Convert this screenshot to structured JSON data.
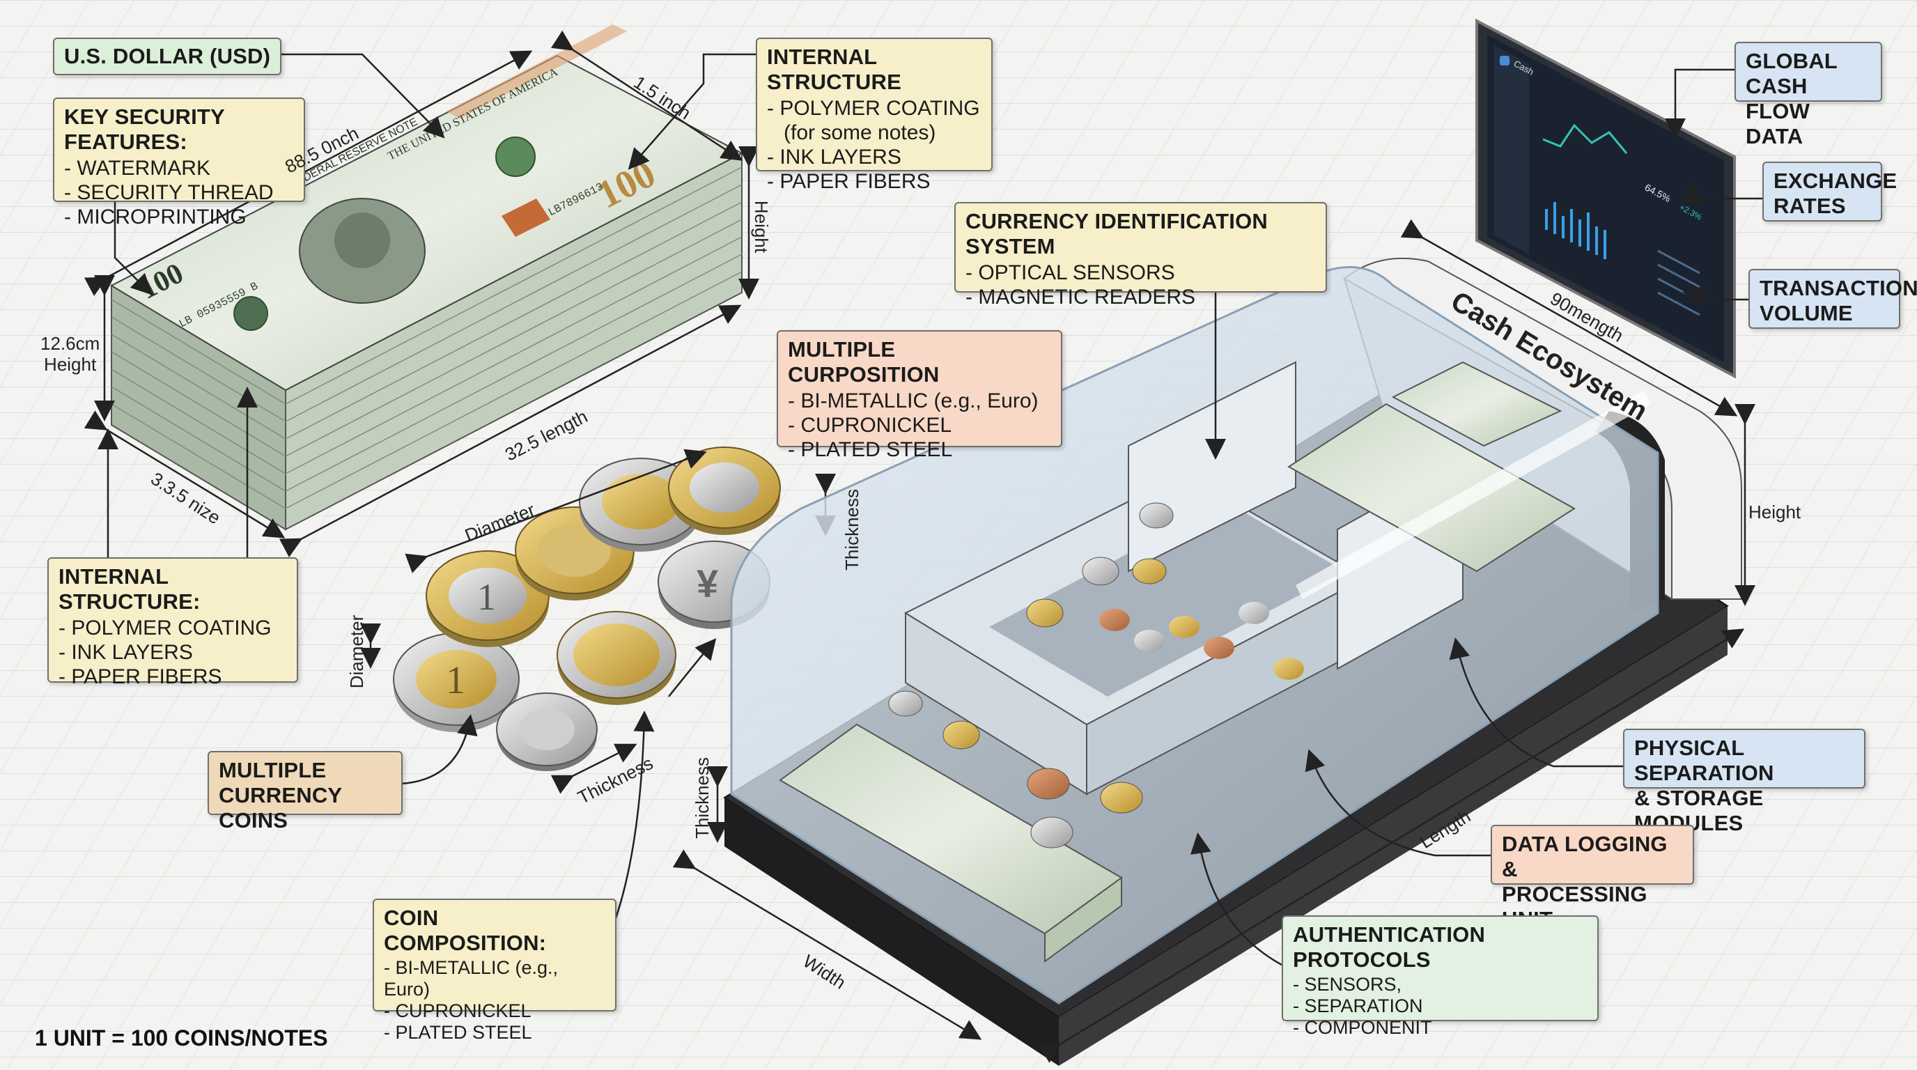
{
  "callouts": {
    "usd": {
      "title": "U.S. DOLLAR (USD)"
    },
    "security": {
      "title": "KEY SECURITY FEATURES:",
      "items": [
        "- WATERMARK",
        "- SECURITY THREAD",
        "- MICROPRINTING"
      ]
    },
    "internal_top": {
      "title": "INTERNAL STRUCTURE",
      "items": [
        "- POLYMER COATING",
        "(for some notes)",
        "- INK LAYERS",
        "- PAPER FIBERS"
      ]
    },
    "internal_left": {
      "title": "INTERNAL STRUCTURE:",
      "items": [
        "- POLYMER COATING",
        "- INK LAYERS",
        "- PAPER FIBERS"
      ]
    },
    "identification": {
      "title": "CURRENCY IDENTIFICATION SYSTEM",
      "items": [
        "- OPTICAL SENSORS",
        "- MAGNETIC READERS"
      ]
    },
    "curposition": {
      "title": "MULTIPLE CURPOSITION",
      "items": [
        "- BI-METALLIC (e.g., Euro)",
        "- CUPRONICKEL",
        "- PLATED STEEL"
      ]
    },
    "multi_coins": {
      "title": "MULTIPLE\nCURRENCY COINS"
    },
    "coin_comp": {
      "title": "COIN COMPOSITION:",
      "items": [
        "- BI-METALLIC (e.g., Euro)",
        "- CUPRONICKEL",
        "- PLATED STEEL"
      ]
    },
    "global": {
      "title": "GLOBAL CASH\nFLOW DATA"
    },
    "exchange": {
      "title": "EXCHANGE\nRATES"
    },
    "volume": {
      "title": "TRANSACTION\nVOLUME"
    },
    "physical": {
      "title": "PHYSICAL SEPARATION\n& STORAGE MODULES"
    },
    "logging": {
      "title": "DATA LOGGING &\nPROCESSING UNIT"
    },
    "auth": {
      "title": "AUTHENTICATION PROTOCOLS",
      "items": [
        "- SENSORS,",
        "- SEPARATION",
        "- COMPONENIT"
      ]
    }
  },
  "dimensions": {
    "stack_top_width": "88.5 0nch",
    "stack_top_depth": "1.5 inch",
    "stack_height_right": "Height",
    "stack_height_left": "12.6cm\nHeight",
    "stack_length": "32.5 length",
    "stack_size": "3.3.5 nize",
    "coin_diameter_top": "Diameter",
    "coin_thickness_top": "Thickness",
    "coin_diameter_left": "Diameter",
    "coin_thickness_bottom": "Thickness",
    "machine_thickness": "Thickness",
    "machine_width": "Width",
    "machine_length": "Length",
    "machine_height": "Height",
    "machine_top_length": "90mength"
  },
  "machine": {
    "brand": "Cash Ecosystem"
  },
  "tablet": {
    "app_title": "Cash",
    "stat": "64.5%",
    "stat2": "+2.3%"
  },
  "banknote": {
    "denomination": "100",
    "serial": "LB 05935559 B",
    "serial2": "LB7896613",
    "header": "FEDERAL RESERVE NOTE",
    "country": "THE UNITED STATES OF AMERICA"
  },
  "coins": {
    "euro": "1",
    "yen": "¥"
  },
  "footer": {
    "unit_note": "1 UNIT = 100 COINS/NOTES"
  },
  "colors": {
    "green_box": "#dcefd9",
    "yellow_box": "#f7efc9",
    "blue_box": "#d6e4f3",
    "salmon_box": "#f8d8c6",
    "note_green": "#9fb89a"
  }
}
